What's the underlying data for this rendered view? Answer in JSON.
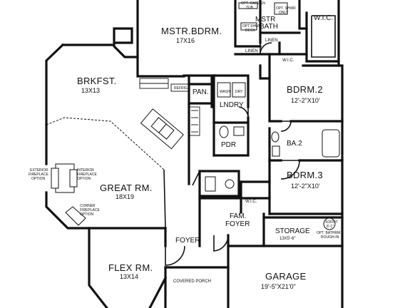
{
  "rooms": {
    "master_bedroom": {
      "name": "MSTR.BDRM.",
      "dims": "17X16"
    },
    "master_bath": {
      "name_line1": "MSTR",
      "name_line2": "BATH"
    },
    "walk_in_closet_master": {
      "name": "W.I.C."
    },
    "linen_upper": {
      "name": "LINEN"
    },
    "linen_lower": {
      "name": "LINEN"
    },
    "wic_hall": {
      "name": "W.I.C."
    },
    "breakfast": {
      "name": "BRKFST.",
      "dims": "13X13"
    },
    "pantry": {
      "name": "PAN."
    },
    "laundry": {
      "name": "LNDRY"
    },
    "bedroom2": {
      "name": "BDRM.2",
      "dims": "12'-2\"X10'"
    },
    "bath2": {
      "name": "BA.2"
    },
    "powder": {
      "name": "PDR"
    },
    "bedroom3": {
      "name": "BDRM.3",
      "dims": "12'-2\"X10'"
    },
    "wic_bdrm3": {
      "name": "W.I.C."
    },
    "great_room": {
      "name": "GREAT RM.",
      "dims": "18X19"
    },
    "family_foyer": {
      "name_line1": "FAM.",
      "name_line2": "FOYER"
    },
    "storage": {
      "name": "STORAGE",
      "dims": "13X5'-6\""
    },
    "foyer": {
      "name": "FOYER"
    },
    "flex_room": {
      "name": "FLEX RM.",
      "dims": "13X14"
    },
    "garage": {
      "name": "GARAGE",
      "dims": "19'-5\"X21'0\""
    },
    "covered_porch": {
      "name": "COVERED PORCH"
    }
  },
  "notes": {
    "garden_tub": [
      "OPT. GARDEN",
      "TUB"
    ],
    "shower": [
      "OPT. SHWR",
      "ONLY"
    ],
    "deck": [
      "OPT.SHWR",
      "DECK"
    ],
    "exterior_fireplace": [
      "EXTERIOR",
      "FIREPLACE",
      "OPTION"
    ],
    "interior_fireplace": [
      "INTERIOR",
      "FIREPLACE",
      "OPTION"
    ],
    "corner_fireplace": [
      "CORNER",
      "FIREPLACE",
      "OPTION"
    ],
    "optional_rough_in": [
      "OPT. BATHRM",
      "ROUGH-IN"
    ],
    "washer": "WASH",
    "dryer": "DRY",
    "refrigerator": "REFRIG",
    "soffit": [
      "SOFFIT",
      "8'-1\""
    ]
  }
}
